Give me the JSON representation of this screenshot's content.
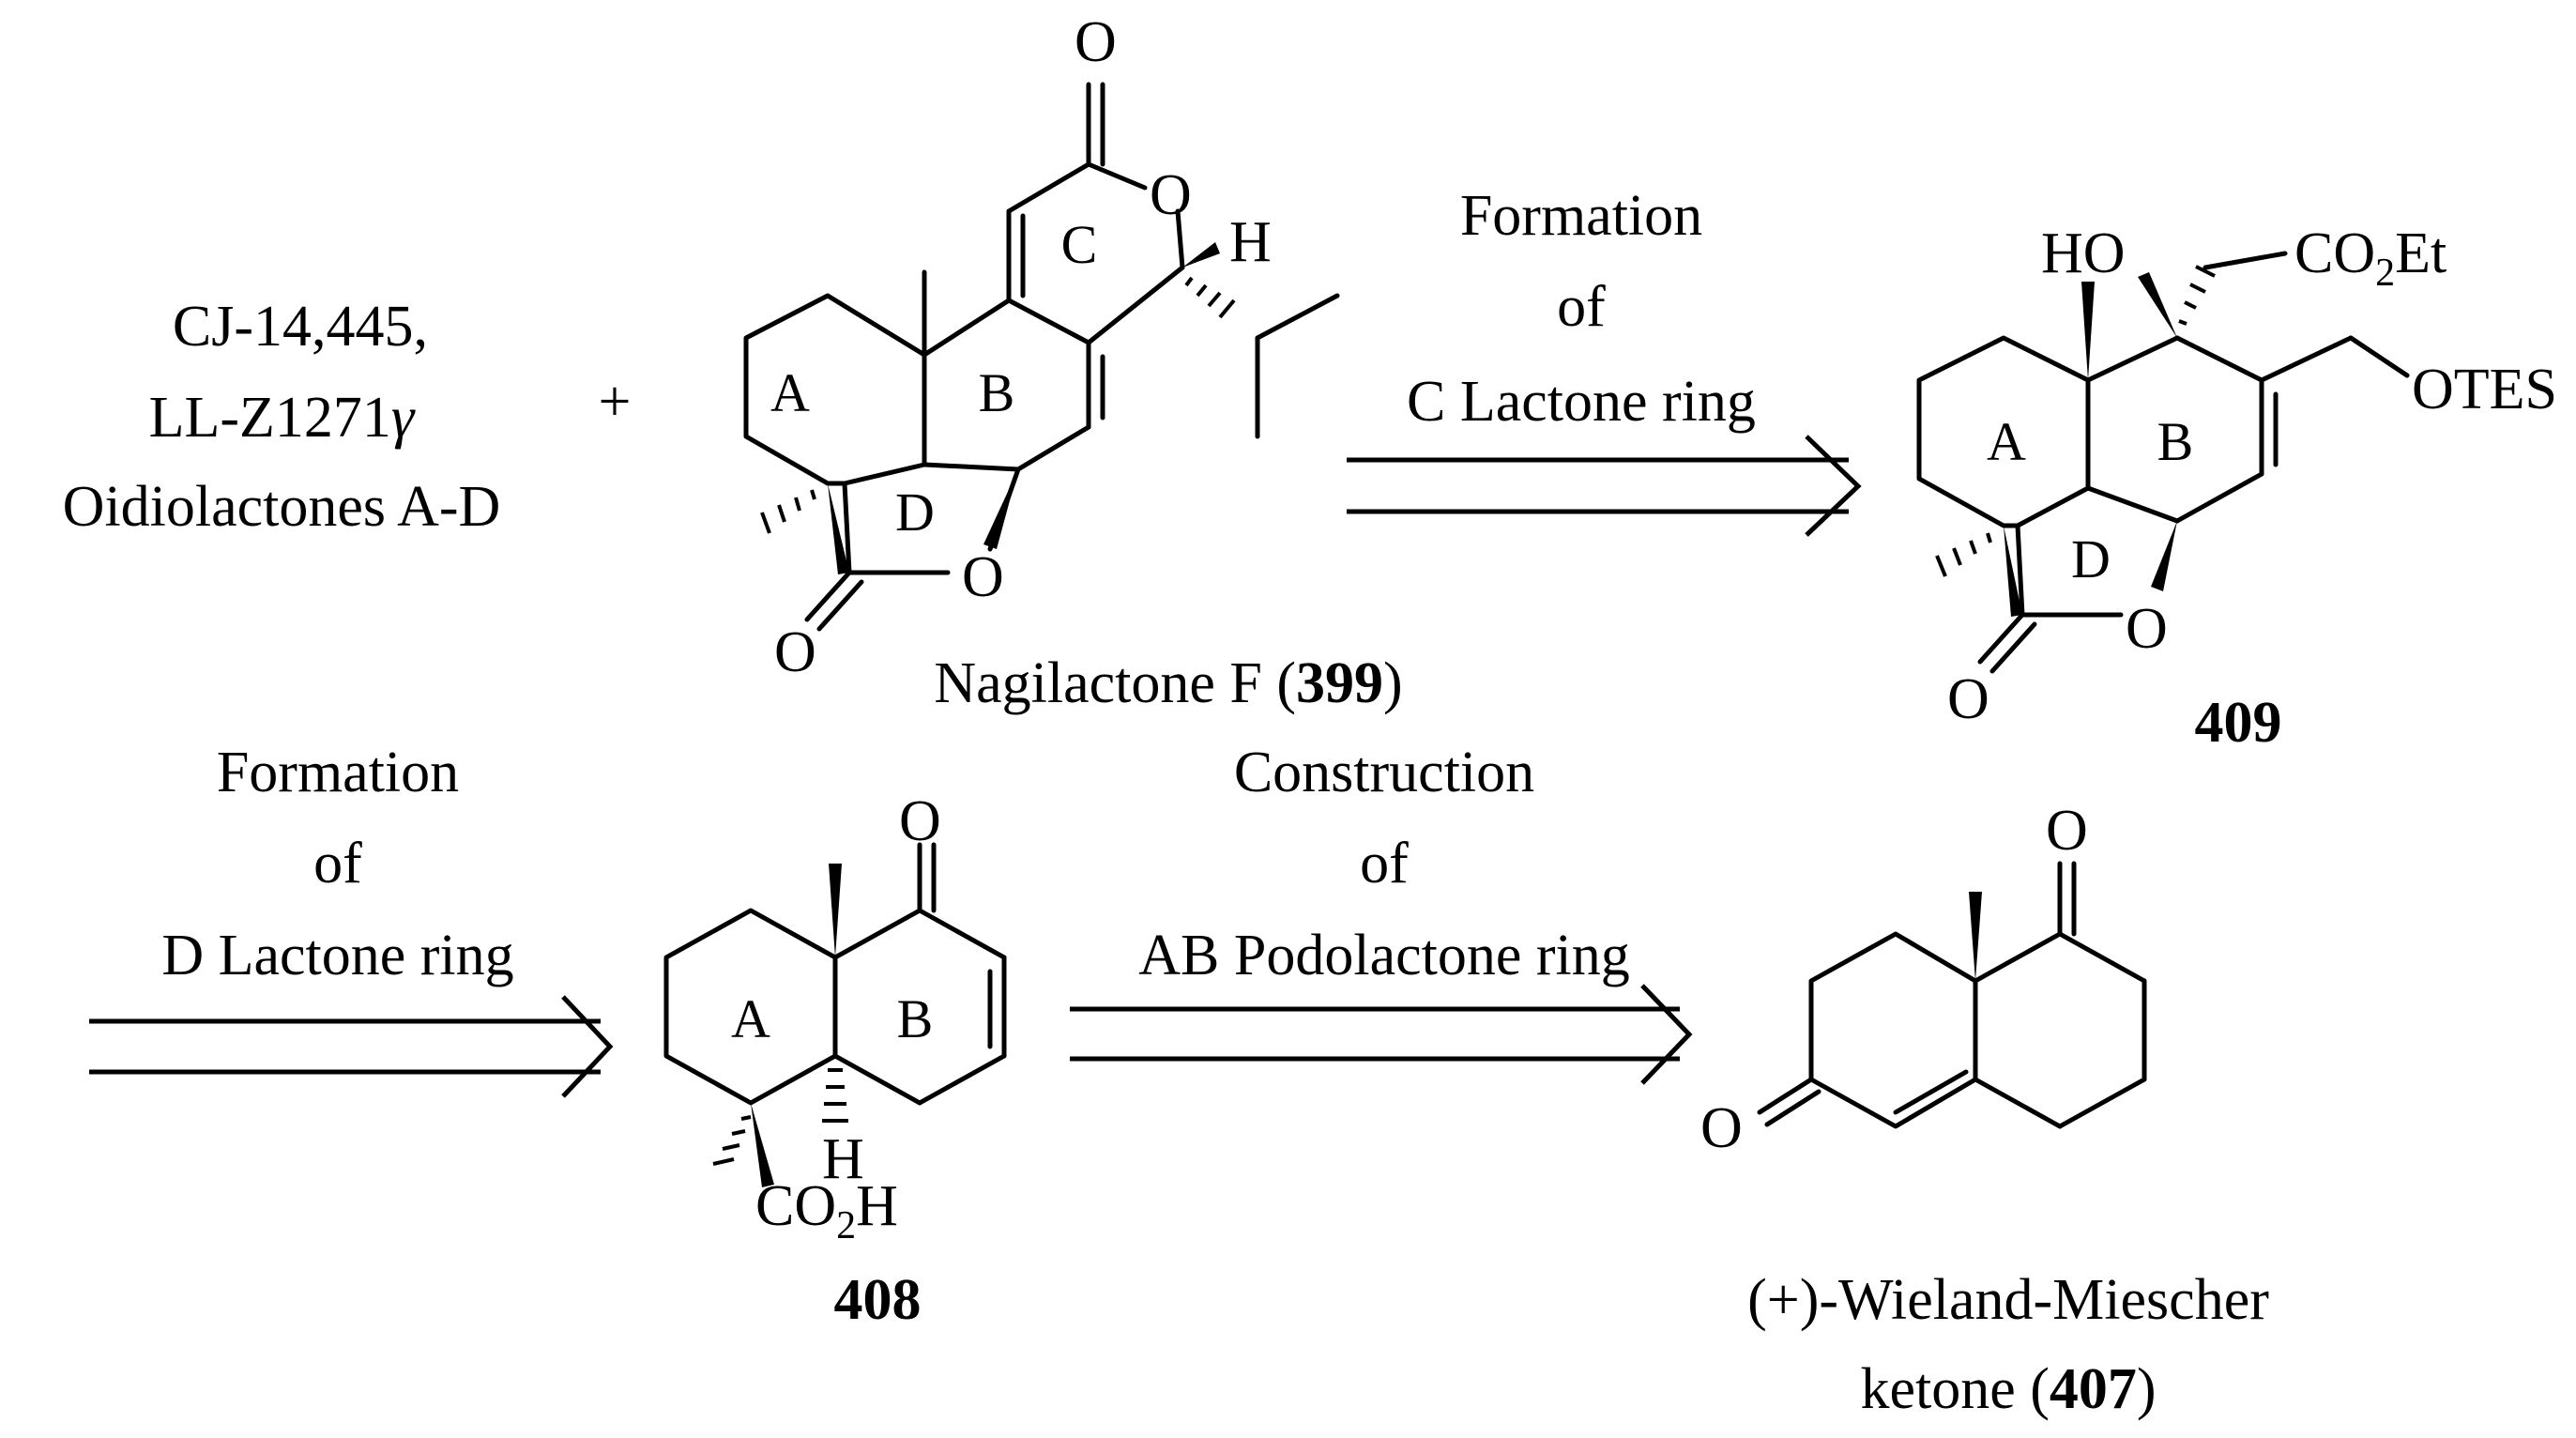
{
  "targets": {
    "line1": "CJ-14,445,",
    "line2": "LL-Z1271",
    "line2_greek": "γ",
    "line3": "Oidiolactones A-D",
    "plus": "+"
  },
  "compounds": {
    "nagilactone": {
      "name": "Nagilactone F (",
      "number": "399",
      "close": ")"
    },
    "c409": {
      "number": "409"
    },
    "c408": {
      "number": "408"
    },
    "wmk": {
      "line1": "(+)-Wieland-Miescher",
      "line2a": "ketone (",
      "number": "407",
      "close": ")"
    }
  },
  "arrows": {
    "a1": {
      "line1": "Formation",
      "line2": "of",
      "line3": "C Lactone ring"
    },
    "a2": {
      "line1": "Formation",
      "line2": "of",
      "line3": "D Lactone ring"
    },
    "a3": {
      "line1": "Construction",
      "line2": "of",
      "line3": "AB Podolactone ring"
    }
  },
  "rings": {
    "A": "A",
    "B": "B",
    "C": "C",
    "D": "D"
  },
  "atoms": {
    "O": "O",
    "H": "H",
    "HO": "HO",
    "CO2Et_a": "CO",
    "CO2Et_sub": "2",
    "CO2Et_b": "Et",
    "OTES": "OTES",
    "CO2H_a": "CO",
    "CO2H_sub": "2",
    "CO2H_b": "H"
  }
}
